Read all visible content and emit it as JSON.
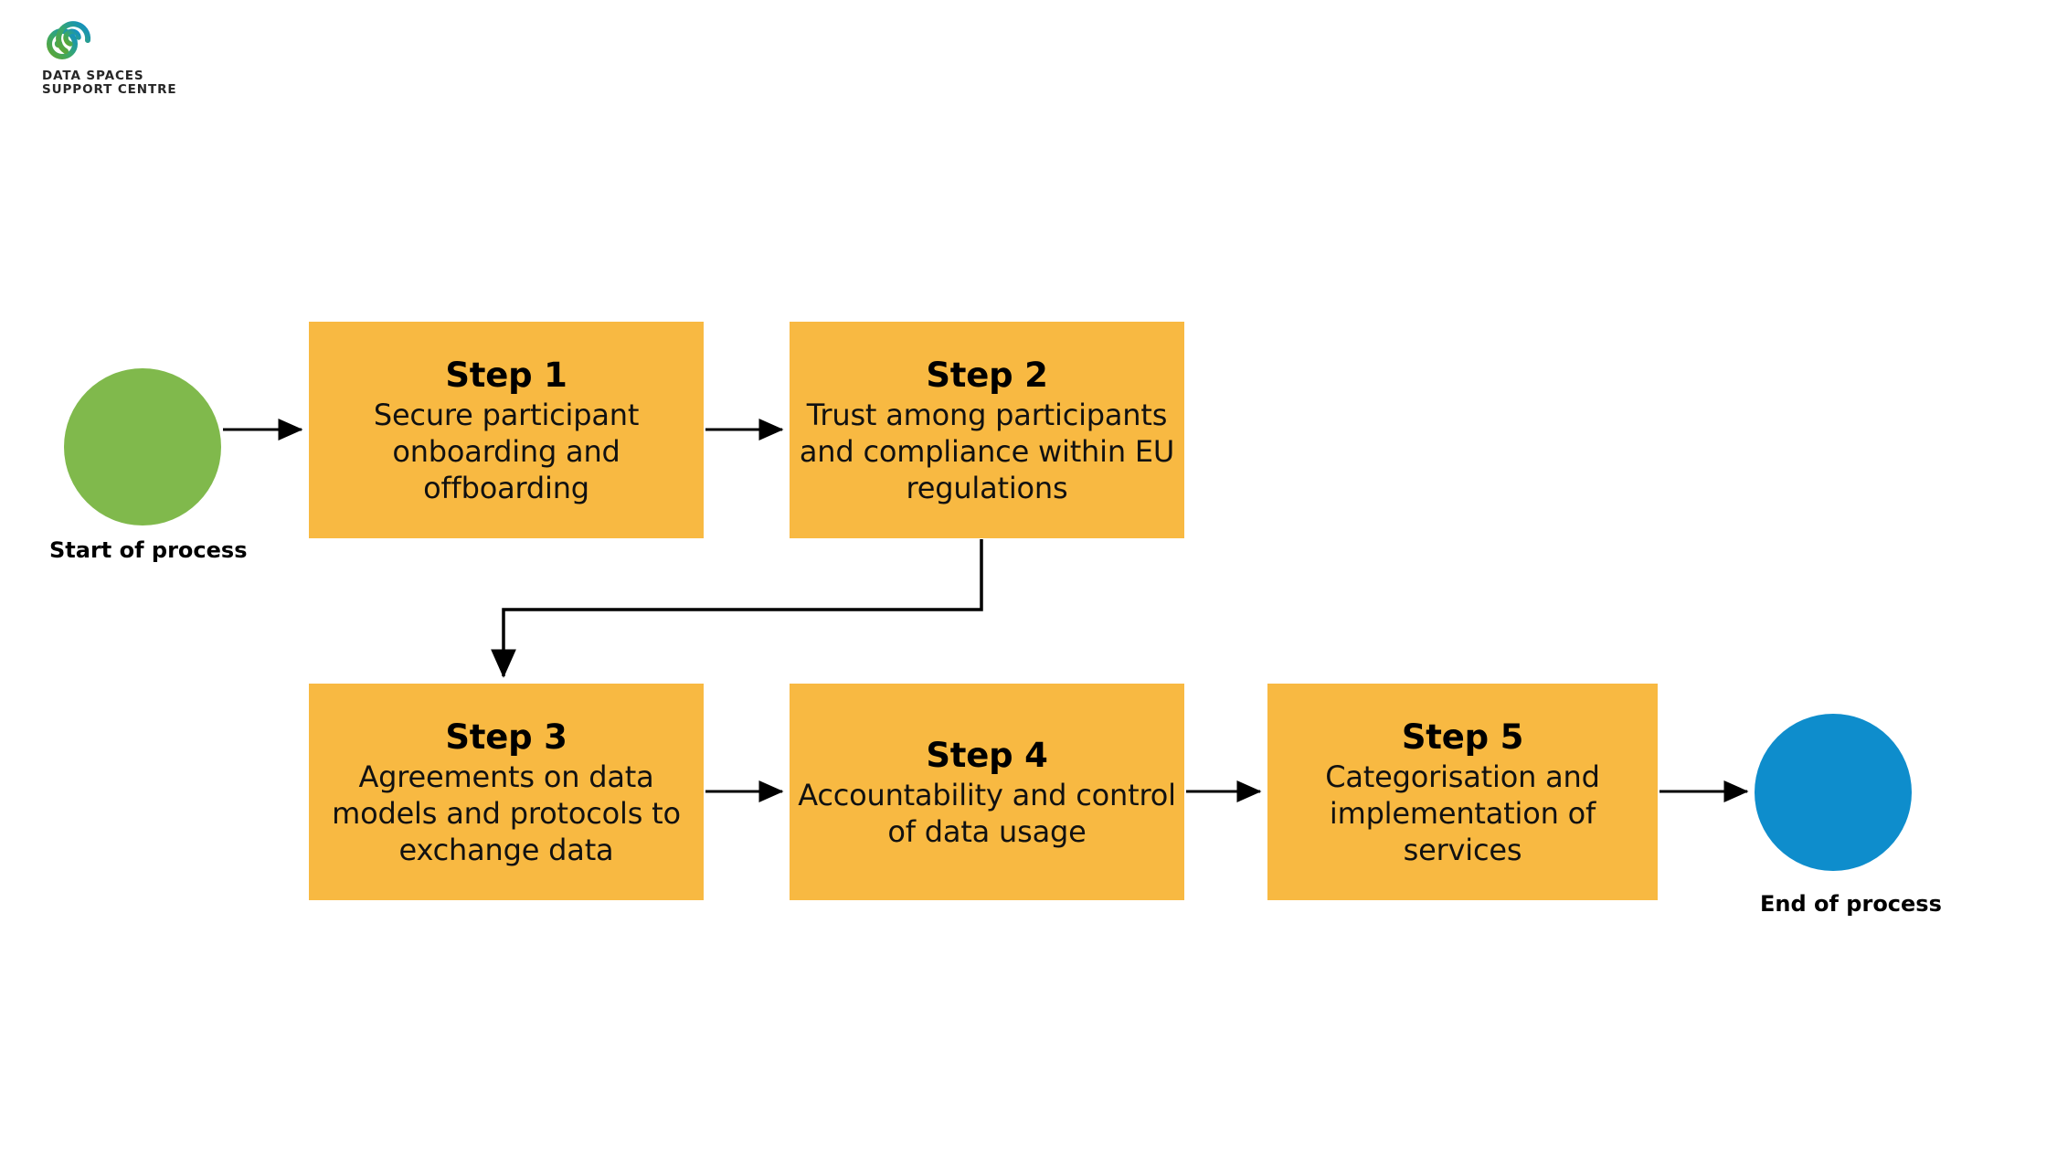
{
  "brand": {
    "logo_icon": "dssc-infinity-loop-icon",
    "name_line_1": "DATA SPACES",
    "name_line_2": "SUPPORT CENTRE",
    "colors": {
      "logo_green": "#4FA93F",
      "logo_blue": "#0E8DCC"
    }
  },
  "diagram": {
    "type": "flowchart",
    "colors": {
      "step_fill": "#F8B942",
      "start_fill": "#80B94C",
      "end_fill": "#0E8DCC",
      "connector": "#000000",
      "background": "#FFFFFF"
    },
    "start": {
      "shape": "circle",
      "label": "Start of process"
    },
    "end": {
      "shape": "circle",
      "label": "End of process"
    },
    "steps": [
      {
        "id": "step-1",
        "title": "Step 1",
        "description": "Secure participant\nonboarding and\noffboarding"
      },
      {
        "id": "step-2",
        "title": "Step 2",
        "description": "Trust among participants\nand compliance within EU\nregulations"
      },
      {
        "id": "step-3",
        "title": "Step 3",
        "description": "Agreements on data\nmodels and protocols to\nexchange data"
      },
      {
        "id": "step-4",
        "title": "Step 4",
        "description": "Accountability and control\nof data usage"
      },
      {
        "id": "step-5",
        "title": "Step 5",
        "description": "Categorisation and\nimplementation of services"
      }
    ],
    "connections": [
      {
        "from": "start",
        "to": "step-1",
        "style": "straight-arrow-right"
      },
      {
        "from": "step-1",
        "to": "step-2",
        "style": "straight-arrow-right"
      },
      {
        "from": "step-2",
        "to": "step-3",
        "style": "elbow-arrow-down-left"
      },
      {
        "from": "step-3",
        "to": "step-4",
        "style": "straight-arrow-right"
      },
      {
        "from": "step-4",
        "to": "step-5",
        "style": "straight-arrow-right"
      },
      {
        "from": "step-5",
        "to": "end",
        "style": "straight-arrow-right"
      }
    ]
  }
}
